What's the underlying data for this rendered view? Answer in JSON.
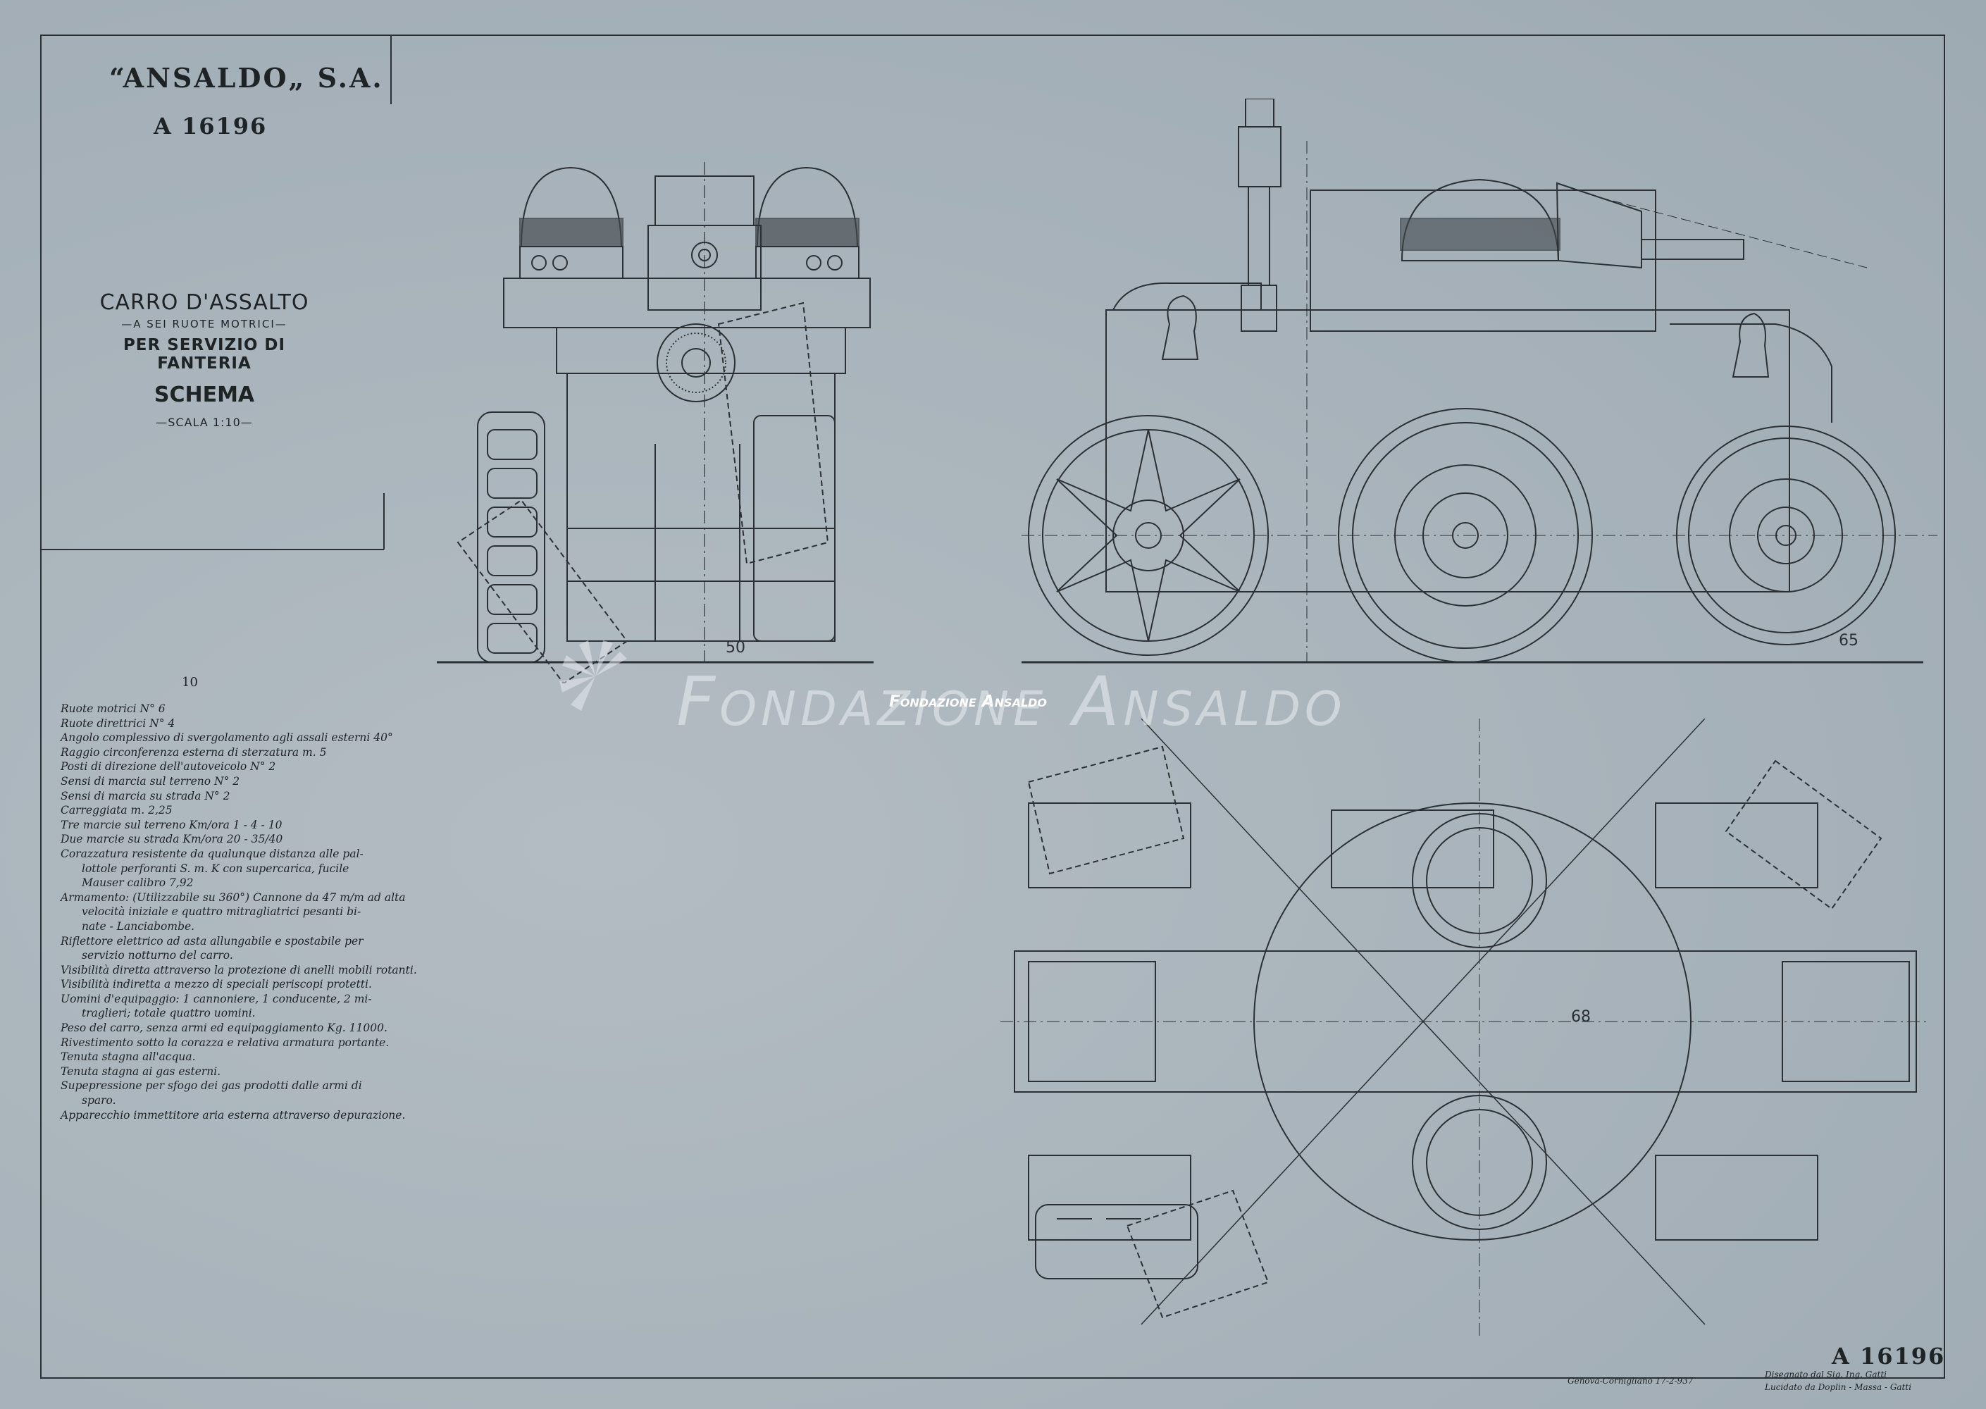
{
  "header": {
    "company": "“ANSALDO„ S.A.",
    "drawing_number": "A 16196"
  },
  "title_block": {
    "line1": "CARRO D'ASSALTO",
    "line2": "—A SEI RUOTE MOTRICI—",
    "line3": "PER SERVIZIO DI FANTERIA",
    "line4": "SCHEMA",
    "line5": "—SCALA 1:10—"
  },
  "specs": [
    {
      "text": "Ruote motrici    N° 6",
      "indent": false
    },
    {
      "text": "Ruote direttrici    N° 4",
      "indent": false
    },
    {
      "text": "Angolo complessivo di svergolamento agli assali esterni 40°",
      "indent": false
    },
    {
      "text": "Raggio circonferenza esterna di sterzatura  m. 5",
      "indent": false
    },
    {
      "text": "Posti di direzione dell'autoveicolo    N° 2",
      "indent": false
    },
    {
      "text": "Sensi di marcia sul terreno          N° 2",
      "indent": false
    },
    {
      "text": "Sensi di marcia su strada          N° 2",
      "indent": false
    },
    {
      "text": "Carreggiata      m. 2,25",
      "indent": false
    },
    {
      "text": "Tre marcie sul terreno  Km/ora   1 - 4 - 10",
      "indent": false
    },
    {
      "text": "Due marcie su strada  Km/ora   20 - 35/40",
      "indent": false
    },
    {
      "text": "Corazzatura resistente da qualunque distanza alle pal-",
      "indent": false
    },
    {
      "text": "lottole perforanti S. m. K con supercarica, fucile",
      "indent": true
    },
    {
      "text": "Mauser calibro 7,92",
      "indent": true
    },
    {
      "text": "Armamento: (Utilizzabile su 360°) Cannone da 47 m/m ad alta",
      "indent": false
    },
    {
      "text": "velocità iniziale e quattro mitragliatrici pesanti bi-",
      "indent": true
    },
    {
      "text": "nate - Lanciabombe.",
      "indent": true
    },
    {
      "text": "Riflettore elettrico ad asta allungabile e spostabile per",
      "indent": false
    },
    {
      "text": "servizio notturno del carro.",
      "indent": true
    },
    {
      "text": "Visibilità diretta attraverso la protezione di anelli mobili rotanti.",
      "indent": false
    },
    {
      "text": "Visibilità indiretta a mezzo di speciali periscopi protetti.",
      "indent": false
    },
    {
      "text": "Uomini d'equipaggio: 1 cannoniere, 1 conducente, 2 mi-",
      "indent": false
    },
    {
      "text": "traglieri; totale quattro uomini.",
      "indent": true
    },
    {
      "text": "Peso del carro, senza armi ed equipaggiamento  Kg. 11000.",
      "indent": false
    },
    {
      "text": "Rivestimento sotto la corazza e relativa armatura portante.",
      "indent": false
    },
    {
      "text": "Tenuta stagna all'acqua.",
      "indent": false
    },
    {
      "text": "Tenuta stagna ai gas esterni.",
      "indent": false
    },
    {
      "text": "Supepressione per sfogo dei gas prodotti dalle armi di",
      "indent": false
    },
    {
      "text": "sparo.",
      "indent": true
    },
    {
      "text": "Apparecchio immettitore aria esterna attraverso depurazione.",
      "indent": false
    }
  ],
  "dimension_marks": {
    "front_view": "50",
    "side_view": "65",
    "left_margin": "10",
    "plan_view": "68"
  },
  "watermark": {
    "large": "Fondazione Ansaldo",
    "small": "Fondazione Ansaldo"
  },
  "footer": {
    "drawing_number": "A 16196",
    "date": "Genova-Cornigliano  17-2-937",
    "sign_line1": "Disegnato dal Sig. Ing. Gatti",
    "sign_line2": "Lucidato da Doplin - Massa - Gatti"
  },
  "colors": {
    "paper": "#a9b4bc",
    "ink": "#1e2326"
  }
}
